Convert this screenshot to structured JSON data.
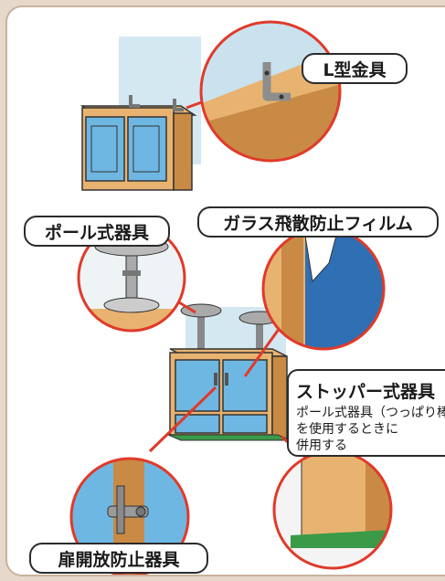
{
  "labels": {
    "l_bracket": "L型金具",
    "pole": "ポール式器具",
    "glass_film": "ガラス飛散防止フィルム",
    "stopper_title": "ストッパー式器具",
    "stopper_desc": "ポール式器具（つっぱり棒）を使用するときに\n併用する",
    "door_latch": "扉開放防止器具"
  },
  "colors": {
    "background": "#e6d8cb",
    "frame": "#c9b29c",
    "wood": "#e8b370",
    "wood_dark": "#c98a45",
    "door_blue": "#6fb7e3",
    "callout_red": "#e03a2a",
    "glass": "#c9e2ee",
    "stopper_green": "#3a9a48"
  }
}
